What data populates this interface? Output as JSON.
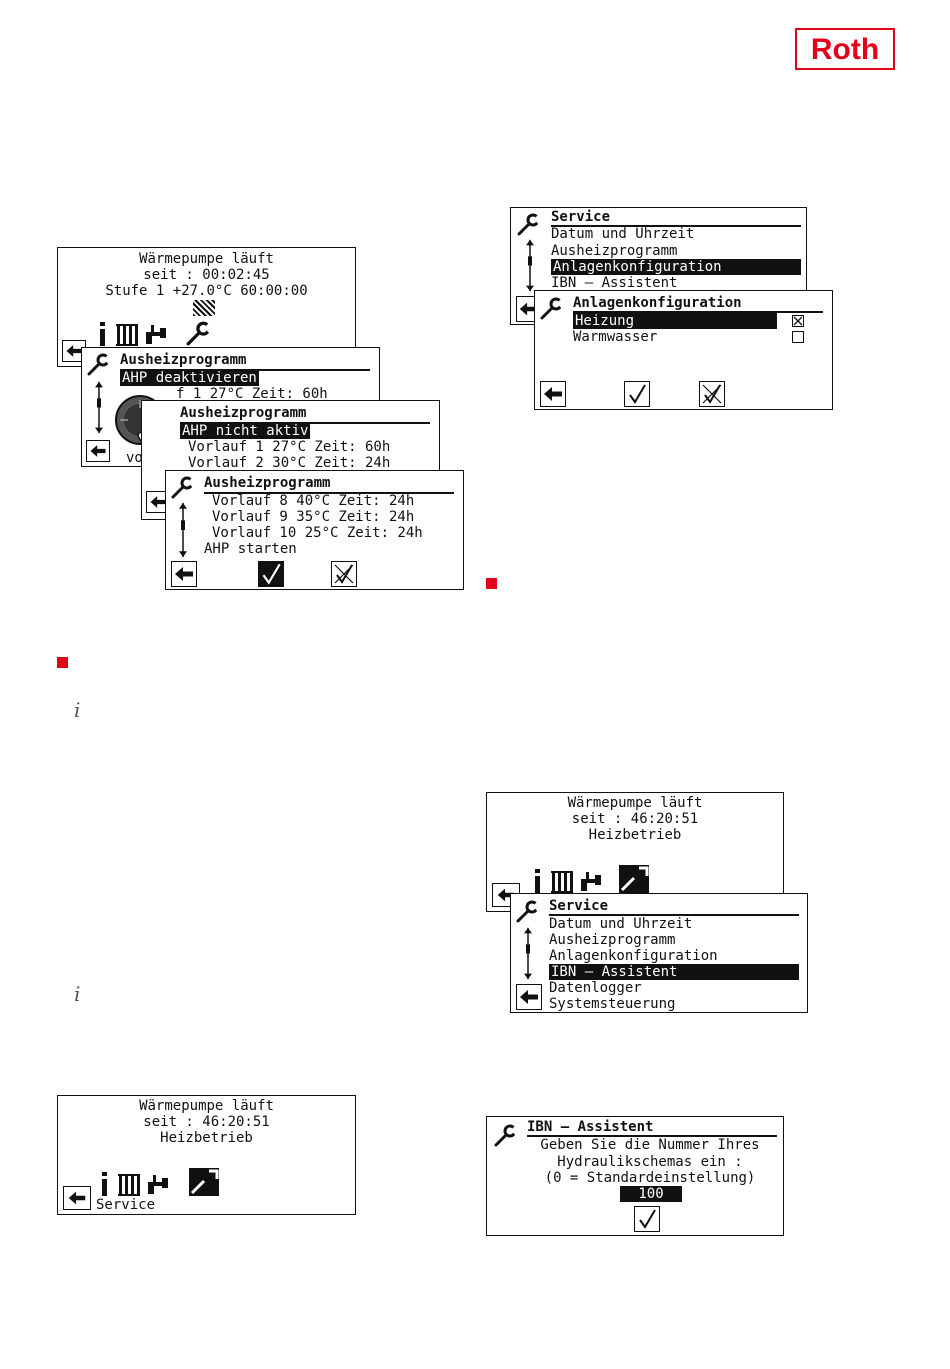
{
  "brand": {
    "logo_text": "Roth",
    "color": "#e2001a"
  },
  "s1": {
    "main": {
      "line1": "Wärmepumpe läuft",
      "line2": "seit  :  00:02:45",
      "line3": "Stufe  1   +27.0°C  60:00:00"
    },
    "ahp1": {
      "title": "Ausheizprogramm",
      "selected": "AHP deaktivieren",
      "row": "f 1   27°C     Zeit:  60h",
      "footer": "vo"
    },
    "ahp2": {
      "title": "Ausheizprogramm",
      "selected": "AHP nicht aktiv",
      "row1": "Vorlauf 1   27°C     Zeit:  60h",
      "row2": "Vorlauf 2   30°C     Zeit:  24h"
    },
    "ahp3": {
      "title": "Ausheizprogramm",
      "row1": "Vorlauf 8   40°C     Zeit:  24h",
      "row2": "Vorlauf 9   35°C     Zeit:  24h",
      "row3": "Vorlauf 10  25°C     Zeit:  24h",
      "row4": "AHP starten"
    }
  },
  "s2": {
    "service": {
      "title": "Service",
      "items": [
        "Datum und Uhrzeit",
        "Ausheizprogramm",
        "Anlagenkonfiguration",
        "IBN – Assistent"
      ]
    },
    "config": {
      "title": "Anlagenkonfiguration",
      "items": [
        "Heizung",
        "Warmwasser"
      ]
    }
  },
  "s3": {
    "line1": "Wärmepumpe läuft",
    "line2": "seit  :  46:20:51",
    "line3": "Heizbetrieb",
    "footer": "Service"
  },
  "s4": {
    "main": {
      "line1": "Wärmepumpe läuft",
      "line2": "seit  :  46:20:51",
      "line3": "Heizbetrieb"
    },
    "service": {
      "title": "Service",
      "items": [
        "Datum und Uhrzeit",
        "Ausheizprogramm",
        "Anlagenkonfiguration",
        "IBN – Assistent",
        "Datenlogger",
        "Systemsteuerung"
      ]
    }
  },
  "s5": {
    "title": "IBN – Assistent",
    "line1": "Geben Sie die Nummer Ihres",
    "line2": "Hydraulikschemas ein :",
    "line3": "(0 = Standardeinstellung)",
    "value": "100"
  }
}
